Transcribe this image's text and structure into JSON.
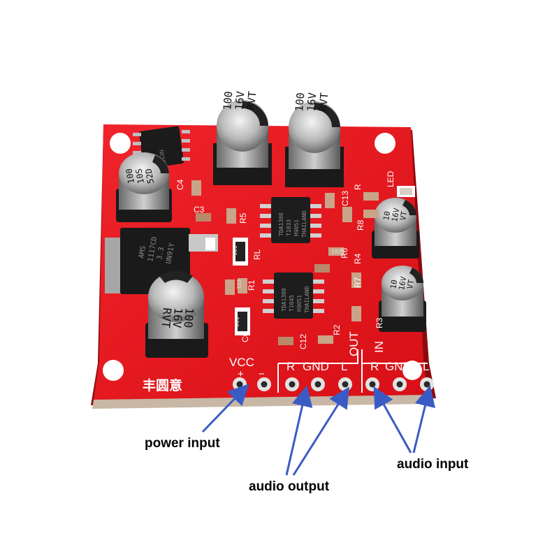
{
  "board": {
    "pcb_color": "#e8141b",
    "silk_color": "#ffffff",
    "brand": "丰圆意",
    "header_labels": {
      "vcc": "VCC",
      "plus": "+",
      "minus": "−",
      "out": "OUT",
      "in": "IN",
      "r": "R",
      "gnd": "GND",
      "l": "L"
    },
    "ref_labels": [
      "C4",
      "C3",
      "R5",
      "C13",
      "R8",
      "R4",
      "R6",
      "RL",
      "R1",
      "R7",
      "R3",
      "C12",
      "R2",
      "C6",
      "R",
      "LED"
    ],
    "capacitors": {
      "cap_top_left": [
        "100",
        "16V",
        "RVT"
      ],
      "cap_top_right": [
        "100",
        "16V",
        "RVT"
      ],
      "cap_left": [
        "100",
        "10S",
        "52D"
      ],
      "cap_bottom": [
        "100",
        "16V",
        "RVT"
      ],
      "cap_small_top": [
        "10",
        "16V",
        "VT"
      ],
      "cap_small_bot": [
        "10",
        "16V",
        "VT"
      ]
    },
    "chips": {
      "chip_upper": [
        "TDA1308",
        "T1033",
        "H9051",
        "THAILAND"
      ],
      "chip_lower": [
        "TDA1308",
        "T1045",
        "H9051",
        "THAILAND"
      ],
      "chip_topleft": [
        "NE5532"
      ],
      "regulator": [
        "AMS",
        "1117CD",
        "3.3",
        "UN91Y"
      ]
    },
    "resistor_codes": [
      "101",
      "001",
      "333",
      "103"
    ]
  },
  "callouts": {
    "power_input": "power input",
    "audio_output": "audio output",
    "audio_input": "audio input"
  },
  "arrow_color": "#3b5bc4"
}
